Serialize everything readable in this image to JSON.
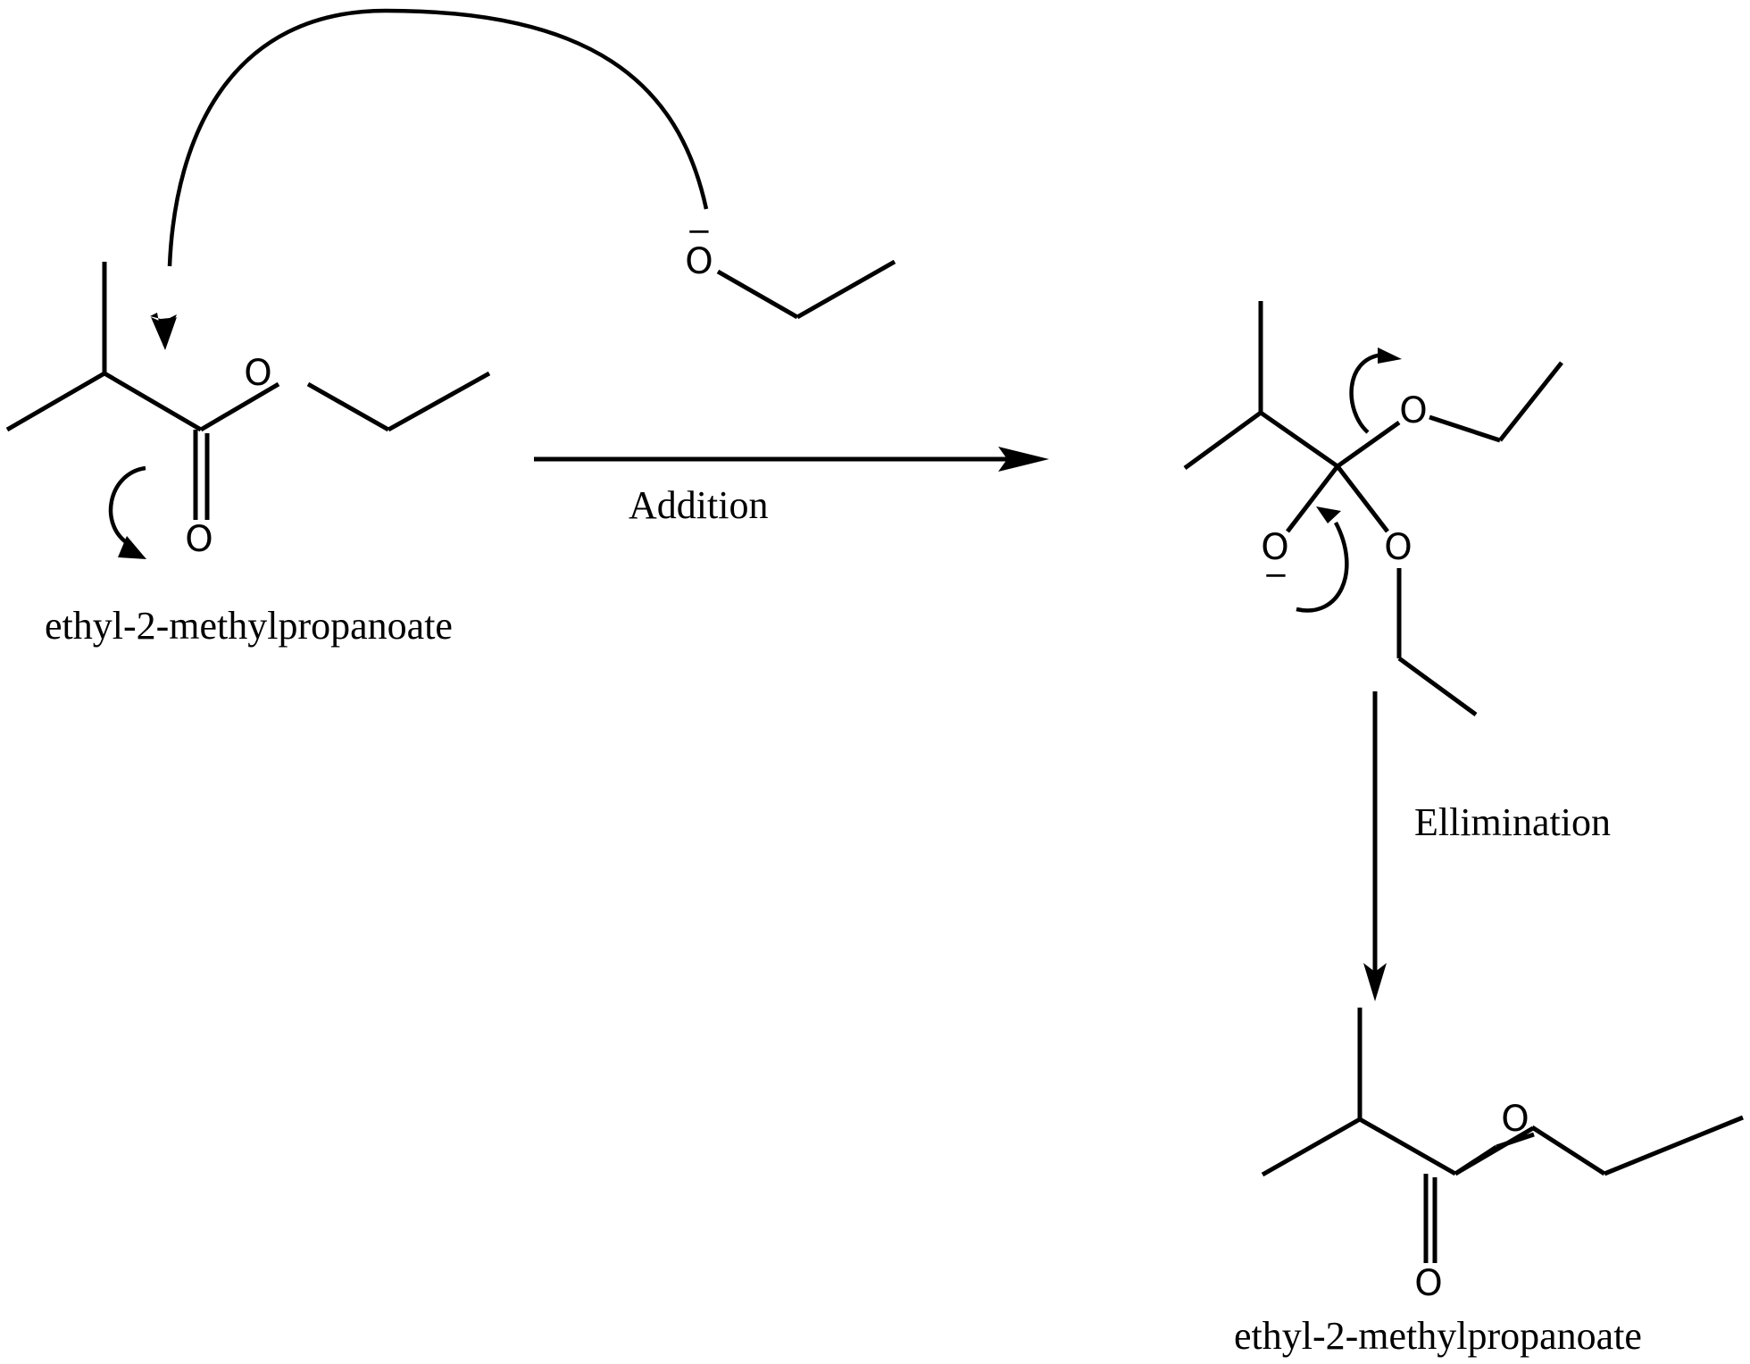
{
  "diagram": {
    "type": "reaction-mechanism",
    "reactant": {
      "name": "ethyl-2-methylpropanoate",
      "atoms": {
        "ester_O": "O",
        "carbonyl_O": "O"
      }
    },
    "nucleophile": {
      "atom": "O",
      "charge": "−"
    },
    "intermediate": {
      "atoms": {
        "ether_O_upper": "O",
        "alkoxide_O": "O",
        "ether_O_lower": "O"
      },
      "alkoxide_charge": "−"
    },
    "product": {
      "name": "ethyl-2-methylpropanoate",
      "atoms": {
        "ester_O": "O",
        "carbonyl_O": "O"
      }
    },
    "steps": [
      {
        "label": "Addition",
        "direction": "right"
      },
      {
        "label": "Ellimination",
        "direction": "down"
      }
    ],
    "color": "#000000"
  }
}
